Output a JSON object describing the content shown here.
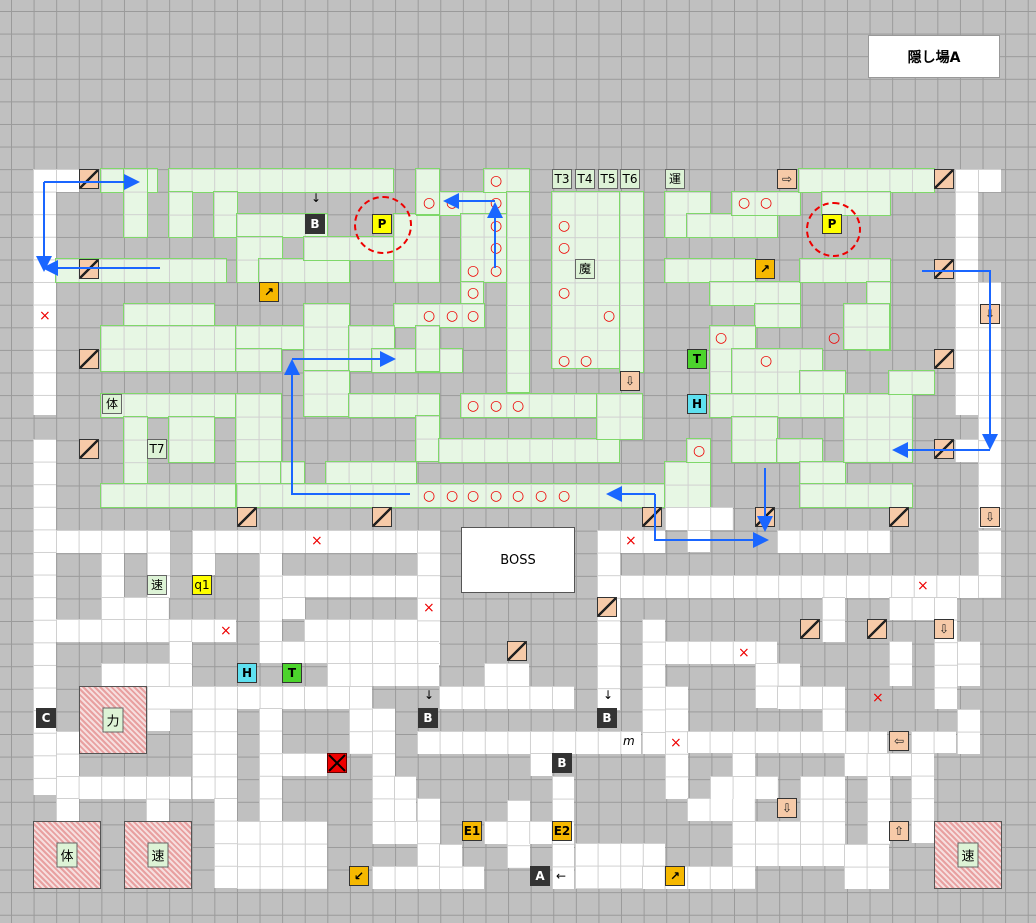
{
  "title": "隠し場A",
  "boss_label": "BOSS",
  "colors": {
    "floor": "#ffffff",
    "wall": "#c0c0c0",
    "route": "#1a66ff",
    "mark": "#e00000",
    "green_zone": "#e7f7e4"
  },
  "markers": {
    "B1": "B",
    "B2": "B",
    "B3": "B",
    "B4": "B",
    "A": "A",
    "C": "C",
    "P1": "P",
    "P2": "P",
    "E1": "E1",
    "E2": "E2",
    "q1": "q1",
    "T_upper": "T",
    "H_upper": "H",
    "T_lower": "T",
    "H_lower": "H",
    "T3": "T3",
    "T4": "T4",
    "T5": "T5",
    "T6": "T6",
    "T7": "T7",
    "un": "運",
    "ma": "魔",
    "tai1": "体",
    "soku1": "速"
  },
  "rooms": {
    "chikara": "力",
    "tai": "体",
    "soku_left": "速",
    "soku_right": "速"
  },
  "symbols": {
    "left_arrow": "←",
    "down_arrow": "↓",
    "m": "m"
  }
}
